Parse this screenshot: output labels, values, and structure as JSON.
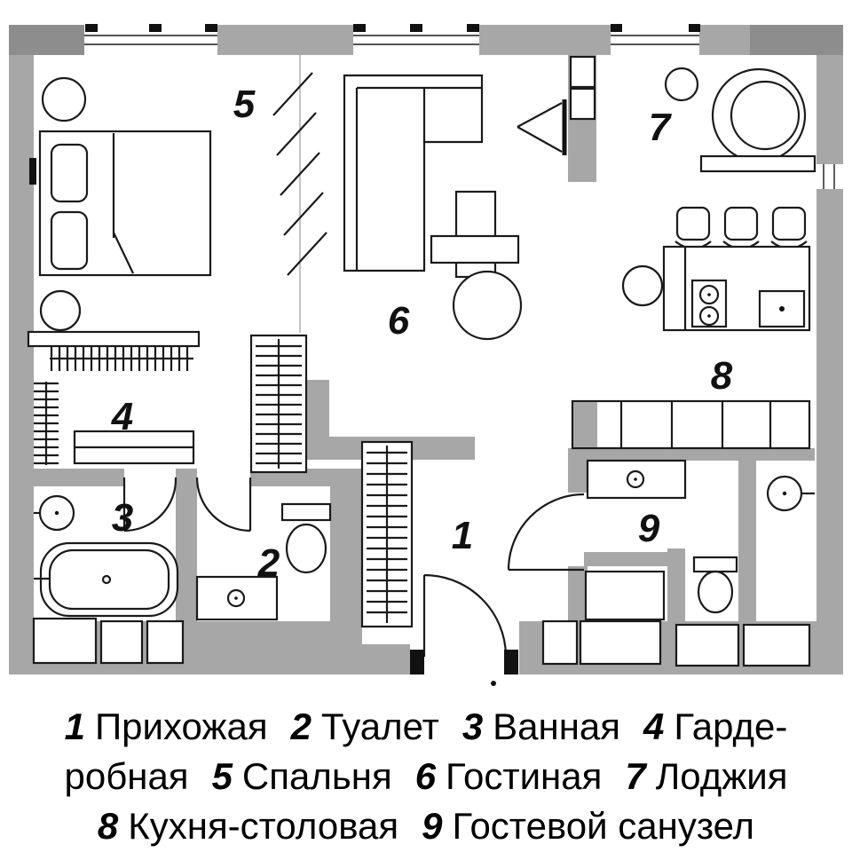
{
  "colors": {
    "wall_gray": "#a7a7a7",
    "wall_dark": "#8d8d8d",
    "line_black": "#1a1a1a",
    "background": "#ffffff"
  },
  "plan": {
    "rooms": [
      {
        "number": "1",
        "name": "Прихожая"
      },
      {
        "number": "2",
        "name": "Туалет"
      },
      {
        "number": "3",
        "name": "Ванная"
      },
      {
        "number": "4",
        "name": "Гардеробная"
      },
      {
        "number": "5",
        "name": "Спальня"
      },
      {
        "number": "6",
        "name": "Гостиная"
      },
      {
        "number": "7",
        "name": "Лоджия"
      },
      {
        "number": "8",
        "name": "Кухня-столовая"
      },
      {
        "number": "9",
        "name": "Гостевой санузел"
      }
    ]
  },
  "legend": {
    "lines": [
      [
        {
          "num": "1",
          "text": "Прихожая"
        },
        {
          "num": "2",
          "text": "Туалет"
        },
        {
          "num": "3",
          "text": "Ванная"
        },
        {
          "num": "4",
          "text": "Гарде-"
        }
      ],
      [
        {
          "num": "",
          "text": "робная"
        },
        {
          "num": "5",
          "text": "Спальня"
        },
        {
          "num": "6",
          "text": "Гостиная"
        },
        {
          "num": "7",
          "text": "Лоджия"
        }
      ],
      [
        {
          "num": "8",
          "text": "Кухня-столовая"
        },
        {
          "num": "9",
          "text": "Гостевой санузел"
        }
      ]
    ]
  }
}
